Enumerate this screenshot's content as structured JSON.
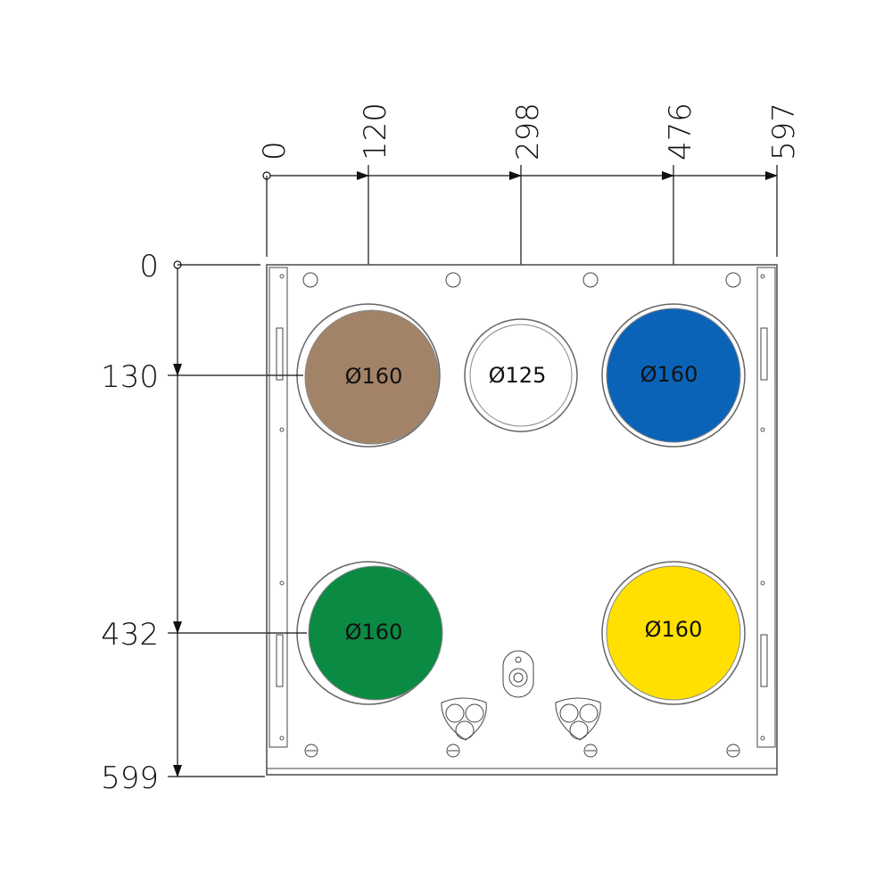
{
  "horizontal_dimensions": [
    "0",
    "120",
    "298",
    "476",
    "597"
  ],
  "vertical_dimensions": [
    "0",
    "130",
    "432",
    "599"
  ],
  "ports": [
    {
      "label": "Ø160",
      "color": "#a38368"
    },
    {
      "label": "Ø125",
      "color": "#ffffff"
    },
    {
      "label": "Ø160",
      "color": "#0b63b8"
    },
    {
      "label": "Ø160",
      "color": "#0b8a43"
    },
    {
      "label": "Ø160",
      "color": "#ffe000"
    }
  ]
}
